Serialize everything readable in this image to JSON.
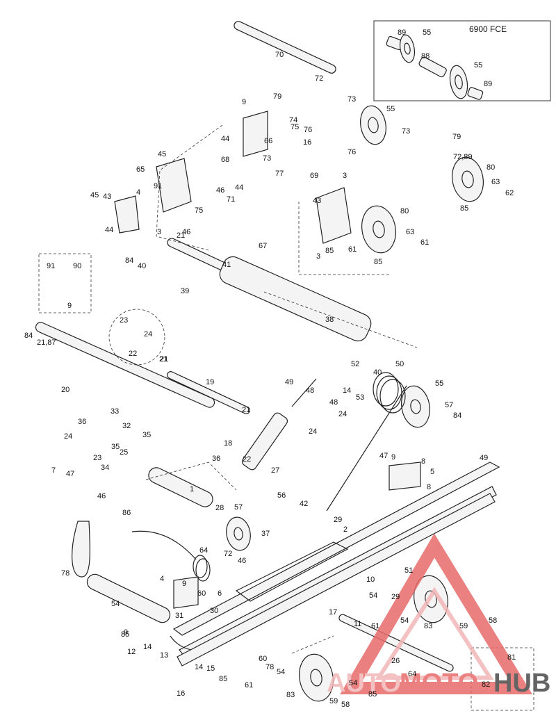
{
  "variant_box": {
    "label": "6900 FCE"
  },
  "watermark": {
    "brand_left": "AUTO",
    "brand_mid": "MOTO",
    "brand_right": "HUB",
    "color_primary": "#e86a6a",
    "color_secondary": "#f2b7b7",
    "color_dark": "#4a4a4a"
  },
  "callouts": [
    "89",
    "55",
    "88",
    "55",
    "89",
    "70",
    "72",
    "79",
    "73",
    "55",
    "73",
    "9",
    "74",
    "75",
    "76",
    "44",
    "66",
    "16",
    "73",
    "77",
    "69",
    "76",
    "3",
    "79",
    "72,89",
    "80",
    "63",
    "62",
    "85",
    "45",
    "65",
    "91",
    "68",
    "46",
    "44",
    "75",
    "46",
    "45",
    "43",
    "4",
    "71",
    "44",
    "3",
    "67",
    "43",
    "85",
    "61",
    "80",
    "63",
    "61",
    "85",
    "3",
    "21",
    "84",
    "40",
    "41",
    "39",
    "91",
    "90",
    "9",
    "38",
    "23",
    "24",
    "22",
    "21",
    "84",
    "21,87",
    "52",
    "50",
    "20",
    "21",
    "19",
    "49",
    "48",
    "40",
    "14",
    "53",
    "55",
    "48",
    "24",
    "57",
    "84",
    "21",
    "33",
    "36",
    "32",
    "24",
    "35",
    "25",
    "35",
    "18",
    "23",
    "34",
    "36",
    "22",
    "24",
    "47",
    "9",
    "8",
    "5",
    "8",
    "7",
    "47",
    "27",
    "49",
    "1",
    "56",
    "42",
    "46",
    "28",
    "57",
    "86",
    "29",
    "2",
    "64",
    "37",
    "72",
    "46",
    "4",
    "9",
    "10",
    "51",
    "60",
    "6",
    "29",
    "54",
    "78",
    "54",
    "31",
    "30",
    "17",
    "11",
    "54",
    "61",
    "83",
    "59",
    "58",
    "85",
    "9",
    "14",
    "12",
    "13",
    "15",
    "26",
    "60",
    "78",
    "54",
    "54",
    "64",
    "16",
    "85",
    "61",
    "83",
    "59",
    "85",
    "58",
    "81",
    "82",
    "14"
  ]
}
